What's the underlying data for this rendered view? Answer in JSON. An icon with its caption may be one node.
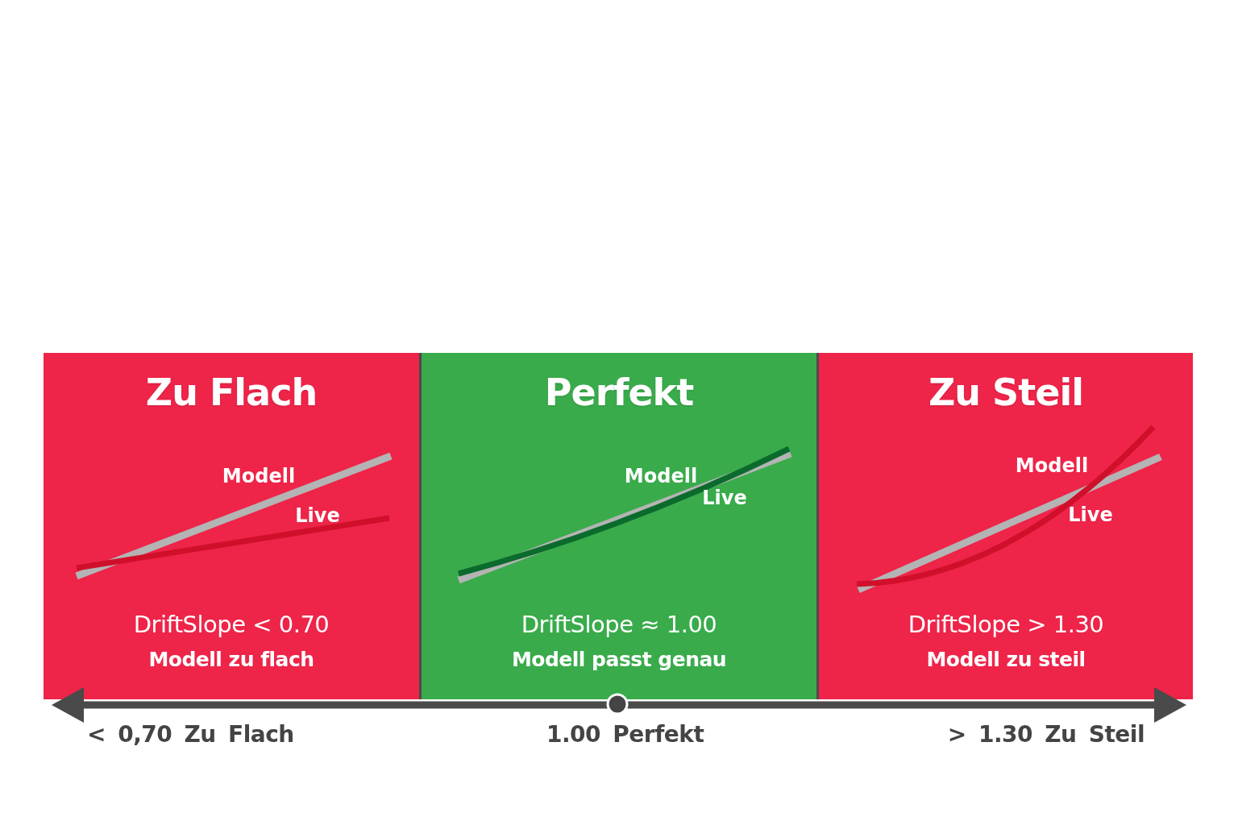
{
  "diagram": {
    "nodes": [
      {
        "text": [
          "Zu Flach",
          "Modell",
          "Live",
          "DriftSlope < 0.70",
          "Modell zu flach"
        ]
      },
      {
        "text": [
          "Perfekt",
          "Modell",
          "Live",
          "DriftSlope ≈ 1.00",
          "Modell passt genau"
        ]
      },
      {
        "text": [
          "Zu Steil",
          "Modell",
          "Live",
          "DriftSlope > 1.30",
          "Modell zu steil"
        ]
      }
    ],
    "labels": [
      "< 0,70 Zu Flach",
      "1.00 Perfekt",
      "> 1.30 Zu Steil"
    ]
  }
}
